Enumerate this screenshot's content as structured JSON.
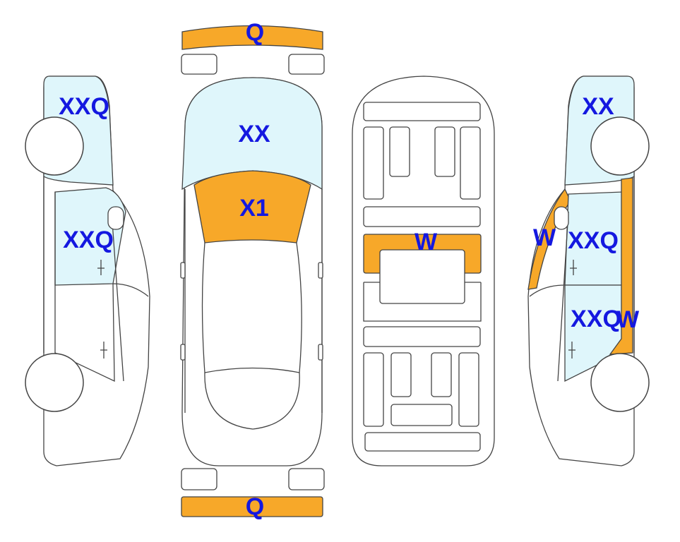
{
  "label_color": "#1418e0",
  "colors": {
    "damaged_panel": "#f7a829",
    "glass_panel": "#dff6fb",
    "outline": "#444444"
  },
  "labels": {
    "front_bumper": "Q",
    "top_windshield": "XX",
    "top_hood": "X1",
    "underbody_center": "W",
    "rear_bumper": "Q",
    "left_front_glass": "XXQ",
    "left_door_glass": "XXQ",
    "right_front_glass": "XX",
    "right_pillar": "W",
    "right_front_door": "XXQ",
    "right_rear_door": "XXQ",
    "right_rear_pillar": "W"
  }
}
